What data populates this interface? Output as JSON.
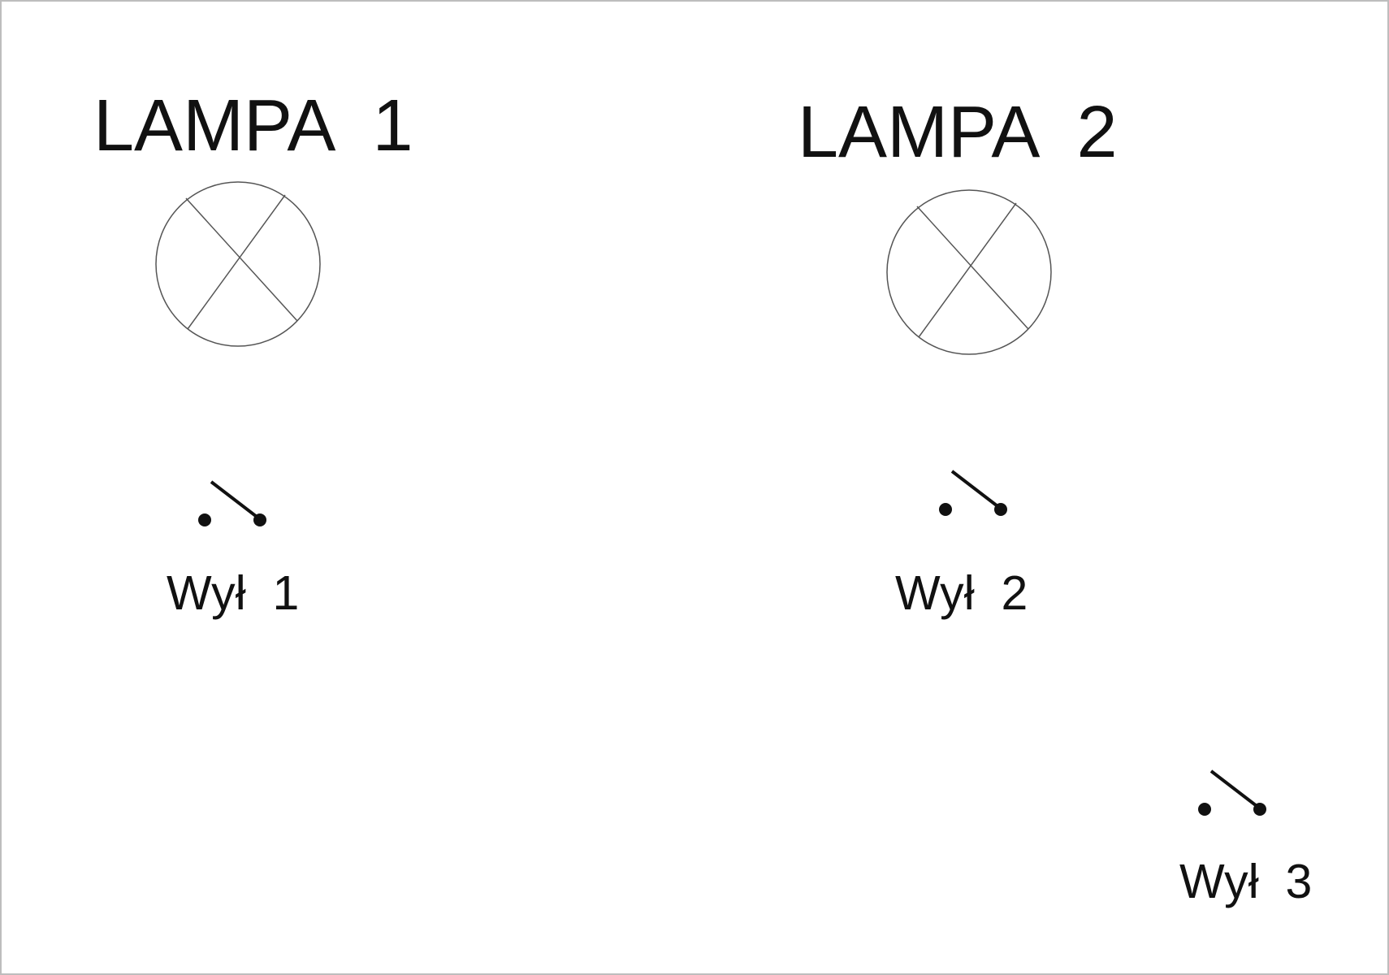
{
  "diagram": {
    "lamps": [
      {
        "title": "LAMPA  1",
        "symbol": "lamp-x-icon"
      },
      {
        "title": "LAMPA  2",
        "symbol": "lamp-x-icon"
      }
    ],
    "switches": [
      {
        "label": "Wył  1",
        "symbol": "switch-icon"
      },
      {
        "label": "Wył  2",
        "symbol": "switch-icon"
      },
      {
        "label": "Wył  3",
        "symbol": "switch-icon"
      }
    ],
    "colors": {
      "stroke": "#111111",
      "lamp_stroke": "#555555",
      "background": "#ffffff",
      "border": "#bdbdbd"
    }
  }
}
